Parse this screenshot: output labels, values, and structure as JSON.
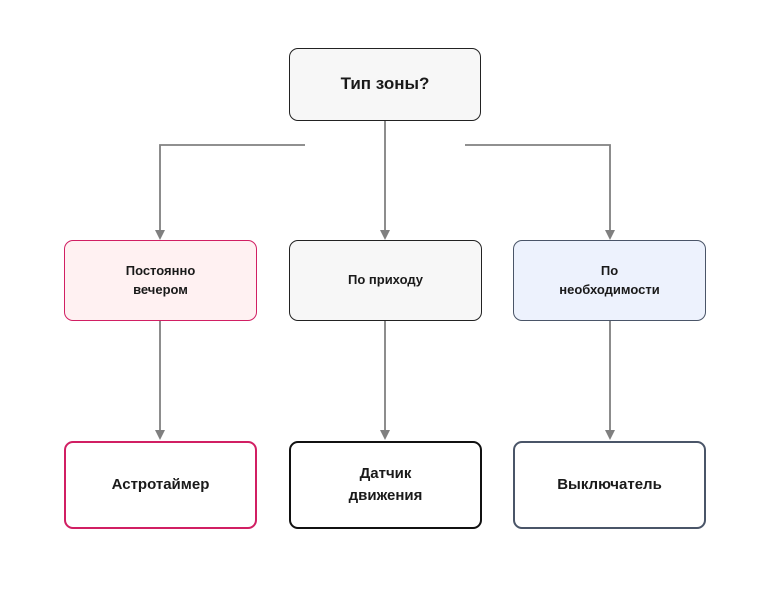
{
  "diagram": {
    "root": {
      "label": "Тип зоны?"
    },
    "branches": [
      {
        "label": "Постоянно\nвечером",
        "result": "Астротаймер"
      },
      {
        "label": "По приходу",
        "result": "Датчик\nдвижения"
      },
      {
        "label": "По\nнеобходимости",
        "result": "Выключатель"
      }
    ]
  },
  "colors": {
    "connector": "#808080",
    "evening_accent": "#d11f63",
    "evening_fill": "#fff1f2",
    "arrival_accent": "#222222",
    "arrival_fill": "#f7f7f7",
    "need_accent": "#4a5568",
    "need_fill": "#edf2fd",
    "motion_border": "#111111"
  }
}
